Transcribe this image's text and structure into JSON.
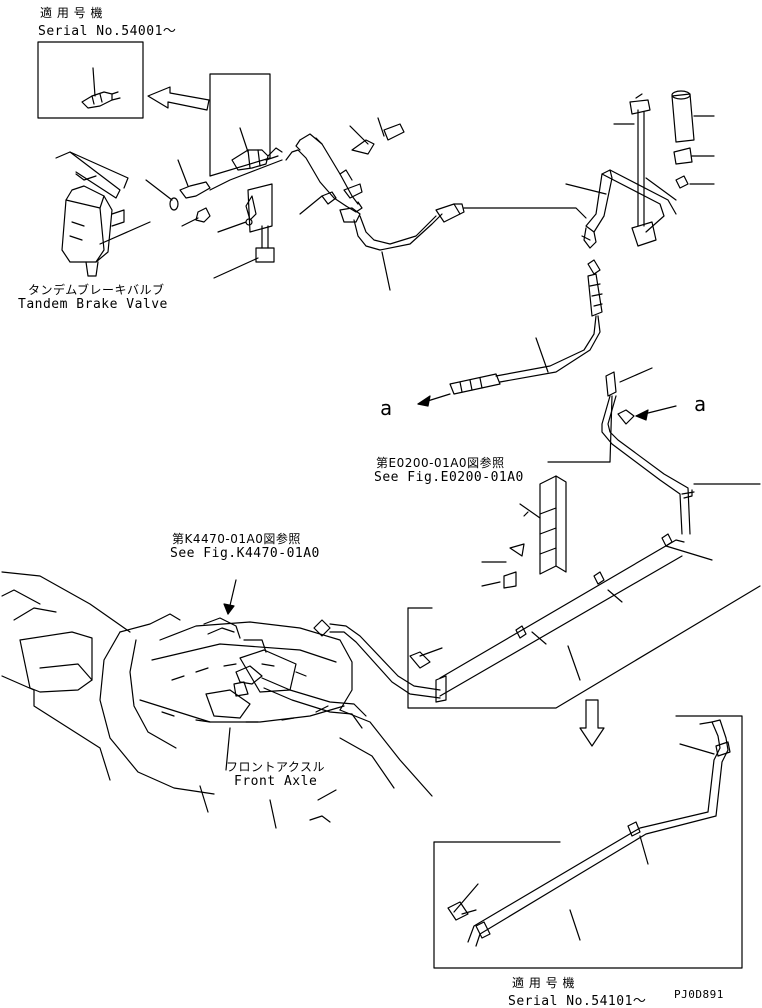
{
  "labels": {
    "serial_top_jp": "適 用 号 機",
    "serial_top": "Serial No.54001～",
    "brake_jp": "タンデムブレーキバルブ",
    "brake_en": "Tandem Brake Valve",
    "ref_e_jp": "第E0200-01A0図参照",
    "ref_e_en": "See Fig.E0200-01A0",
    "ref_k_jp": "第K4470-01A0図参照",
    "ref_k_en": "See Fig.K4470-01A0",
    "axle_jp": "フロントアクスル",
    "axle_en": "Front Axle",
    "serial_bot_jp": "適 用 号 機",
    "serial_bot": "Serial No.54101～",
    "marker_a1": "a",
    "marker_a2": "a",
    "drawing_code": "PJ0D891"
  }
}
